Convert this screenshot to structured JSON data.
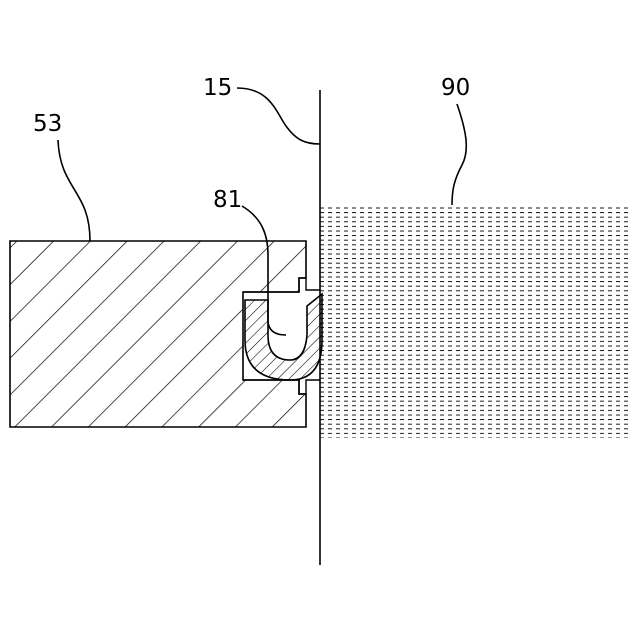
{
  "figure": {
    "labels": {
      "member_53": "53",
      "line_15": "15",
      "seal_81": "81",
      "region_90": "90"
    }
  }
}
